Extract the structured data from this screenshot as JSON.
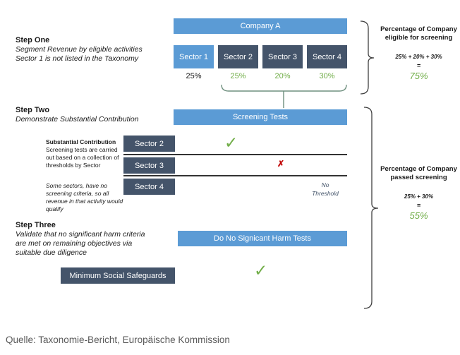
{
  "steps": {
    "step_one": {
      "title": "Step One",
      "line1": "Segment Revenue by eligible activities",
      "line2": "Sector 1 is not listed in the Taxonomy"
    },
    "step_two": {
      "title": "Step Two",
      "subtitle": "Demonstrate Substantial Contribution"
    },
    "step_three": {
      "title": "Step Three",
      "subtitle": "Validate that no significant harm criteria are met on remaining objectives via suitable due diligence"
    }
  },
  "notes": {
    "substantial_title": "Substantial Contribution",
    "substantial_body": "Screening tests are carried out based on a  collection of thresholds by Sector",
    "no_criteria": "Some sectors, have no screening criteria, so all revenue in that activity would qualify"
  },
  "company": {
    "label": "Company A"
  },
  "sectors_row": [
    {
      "label": "Sector 1",
      "value": "25%"
    },
    {
      "label": "Sector 2",
      "value": "25%"
    },
    {
      "label": "Sector 3",
      "value": "20%"
    },
    {
      "label": "Sector 4",
      "value": "30%"
    }
  ],
  "screening": {
    "bar_label": "Screening Tests",
    "rows": [
      {
        "label": "Sector 2",
        "result": "pass",
        "result_icon": "✓"
      },
      {
        "label": "Sector 3",
        "result": "fail",
        "result_icon": "✗"
      },
      {
        "label": "Sector 4",
        "result": "no-threshold",
        "note_line1": "No",
        "note_line2": "Threshold"
      }
    ]
  },
  "dnsh": {
    "bar_label": "Do No Signicant Harm Tests",
    "result_icon": "✓"
  },
  "safeguards": {
    "label": "Minimum Social Safeguards"
  },
  "right_panel": {
    "eligible": {
      "title_line1": "Percentage of Company",
      "title_line2": "eligible for screening",
      "formula": "25% + 20% + 30%",
      "equals": "=",
      "result": "75%"
    },
    "passed": {
      "title_line1": "Percentage of Company",
      "title_line2": "passed screening",
      "formula": "25% + 30%",
      "equals": "=",
      "result": "55%"
    }
  },
  "footer": {
    "source": "Quelle: Taxonomie-Bericht, Europäische Kommission"
  },
  "colors": {
    "bar_blue": "#5b9bd5",
    "box_navy": "#44546a",
    "green": "#70ad47",
    "red": "#c00000",
    "bracket_gray": "#404040",
    "bracket_green": "#6e8f7e"
  }
}
